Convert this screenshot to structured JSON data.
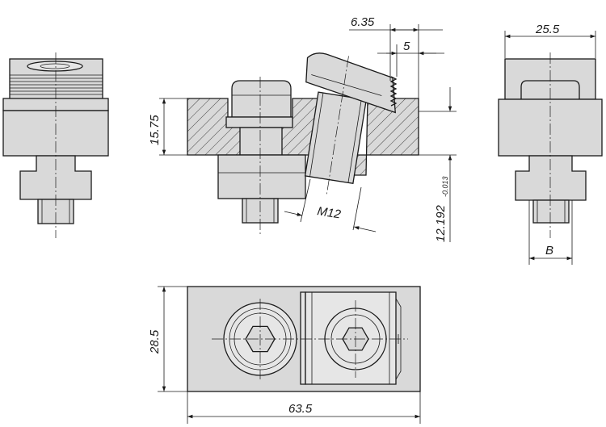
{
  "dimensions": {
    "d_6_35": "6.35",
    "d_5": "5",
    "d_25_5": "25.5",
    "d_15_75": "15.75",
    "d_m12": "M12",
    "d_12_192": "12.192",
    "d_tol": "-0.013",
    "d_b": "B",
    "d_28_5": "28.5",
    "d_63_5": "63.5"
  },
  "colors": {
    "part_fill": "#d9d9d9",
    "part_light": "#e6e6e6",
    "line": "#1a1a1a",
    "background": "#ffffff"
  }
}
